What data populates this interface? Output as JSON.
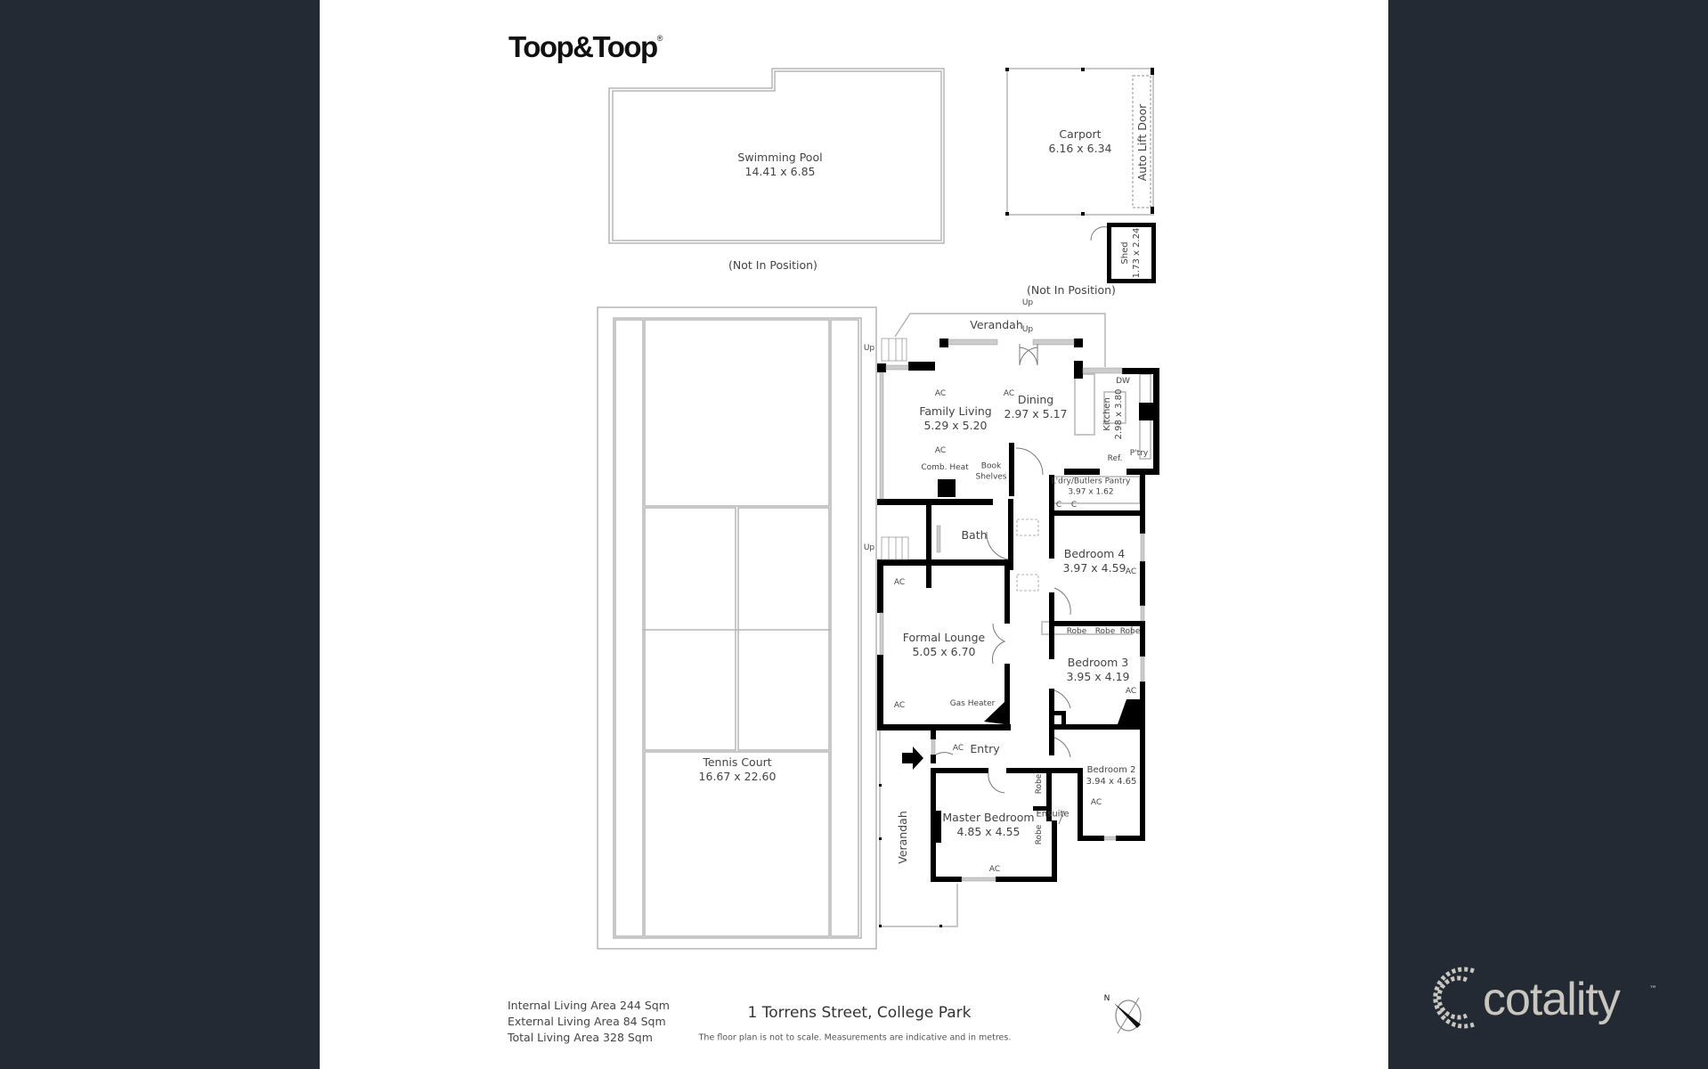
{
  "header": {
    "logo": "Toop&Toop",
    "logo_mark": "®"
  },
  "outdoor": {
    "pool": {
      "name": "Swimming Pool",
      "dims": "14.41 x 6.85",
      "note": "(Not In Position)"
    },
    "carport": {
      "name": "Carport",
      "dims": "6.16 x 6.34",
      "door": "Auto Lift Door"
    },
    "shed": {
      "name": "Shed",
      "dims": "1.73 x 2.24",
      "note": "(Not In Position)"
    },
    "tennis": {
      "name": "Tennis Court",
      "dims": "16.67 x 22.60"
    },
    "verandah_top": "Verandah",
    "verandah_side": "Verandah"
  },
  "rooms": {
    "family_living": {
      "name": "Family Living",
      "dims": "5.29 x 5.20"
    },
    "dining": {
      "name": "Dining",
      "dims": "2.97 x 5.17"
    },
    "kitchen": {
      "name": "Kitchen",
      "dims": "2.98 x 3.80"
    },
    "laundry": {
      "name": "L'dry/Butlers Pantry",
      "dims": "3.97 x 1.62"
    },
    "bath": {
      "name": "Bath"
    },
    "bedroom4": {
      "name": "Bedroom 4",
      "dims": "3.97 x 4.59"
    },
    "formal_lounge": {
      "name": "Formal Lounge",
      "dims": "5.05 x 6.70"
    },
    "bedroom3": {
      "name": "Bedroom 3",
      "dims": "3.95 x 4.19"
    },
    "entry": {
      "name": "Entry"
    },
    "bedroom2": {
      "name": "Bedroom 2",
      "dims": "3.94 x 4.65"
    },
    "master": {
      "name": "Master Bedroom",
      "dims": "4.85 x 4.55"
    },
    "ensuite": {
      "name": "Ensuite"
    }
  },
  "fixtures": {
    "ac": "AC",
    "up": "Up",
    "comb_heat": "Comb. Heat",
    "book_shelves_1": "Book",
    "book_shelves_2": "Shelves",
    "gas_heater": "Gas Heater",
    "dw": "DW",
    "ref": "Ref.",
    "pantry": "P'try",
    "robe": "Robe",
    "cupboard": "C"
  },
  "footer": {
    "internal": "Internal Living Area 244 Sqm",
    "external": "External Living Area 84 Sqm",
    "total": "Total Living Area 328 Sqm",
    "address": "1 Torrens Street, College Park",
    "disclaimer": "The floor plan is not to scale. Measurements are indicative and in metres.",
    "compass_n": "N"
  },
  "brand": {
    "name": "cotality",
    "tm": "™"
  },
  "colors": {
    "background": "#232a33",
    "page": "#ffffff",
    "wall": "#000000",
    "outline": "#b5b5b5",
    "text": "#444444",
    "brand": "#c9c6c0"
  }
}
